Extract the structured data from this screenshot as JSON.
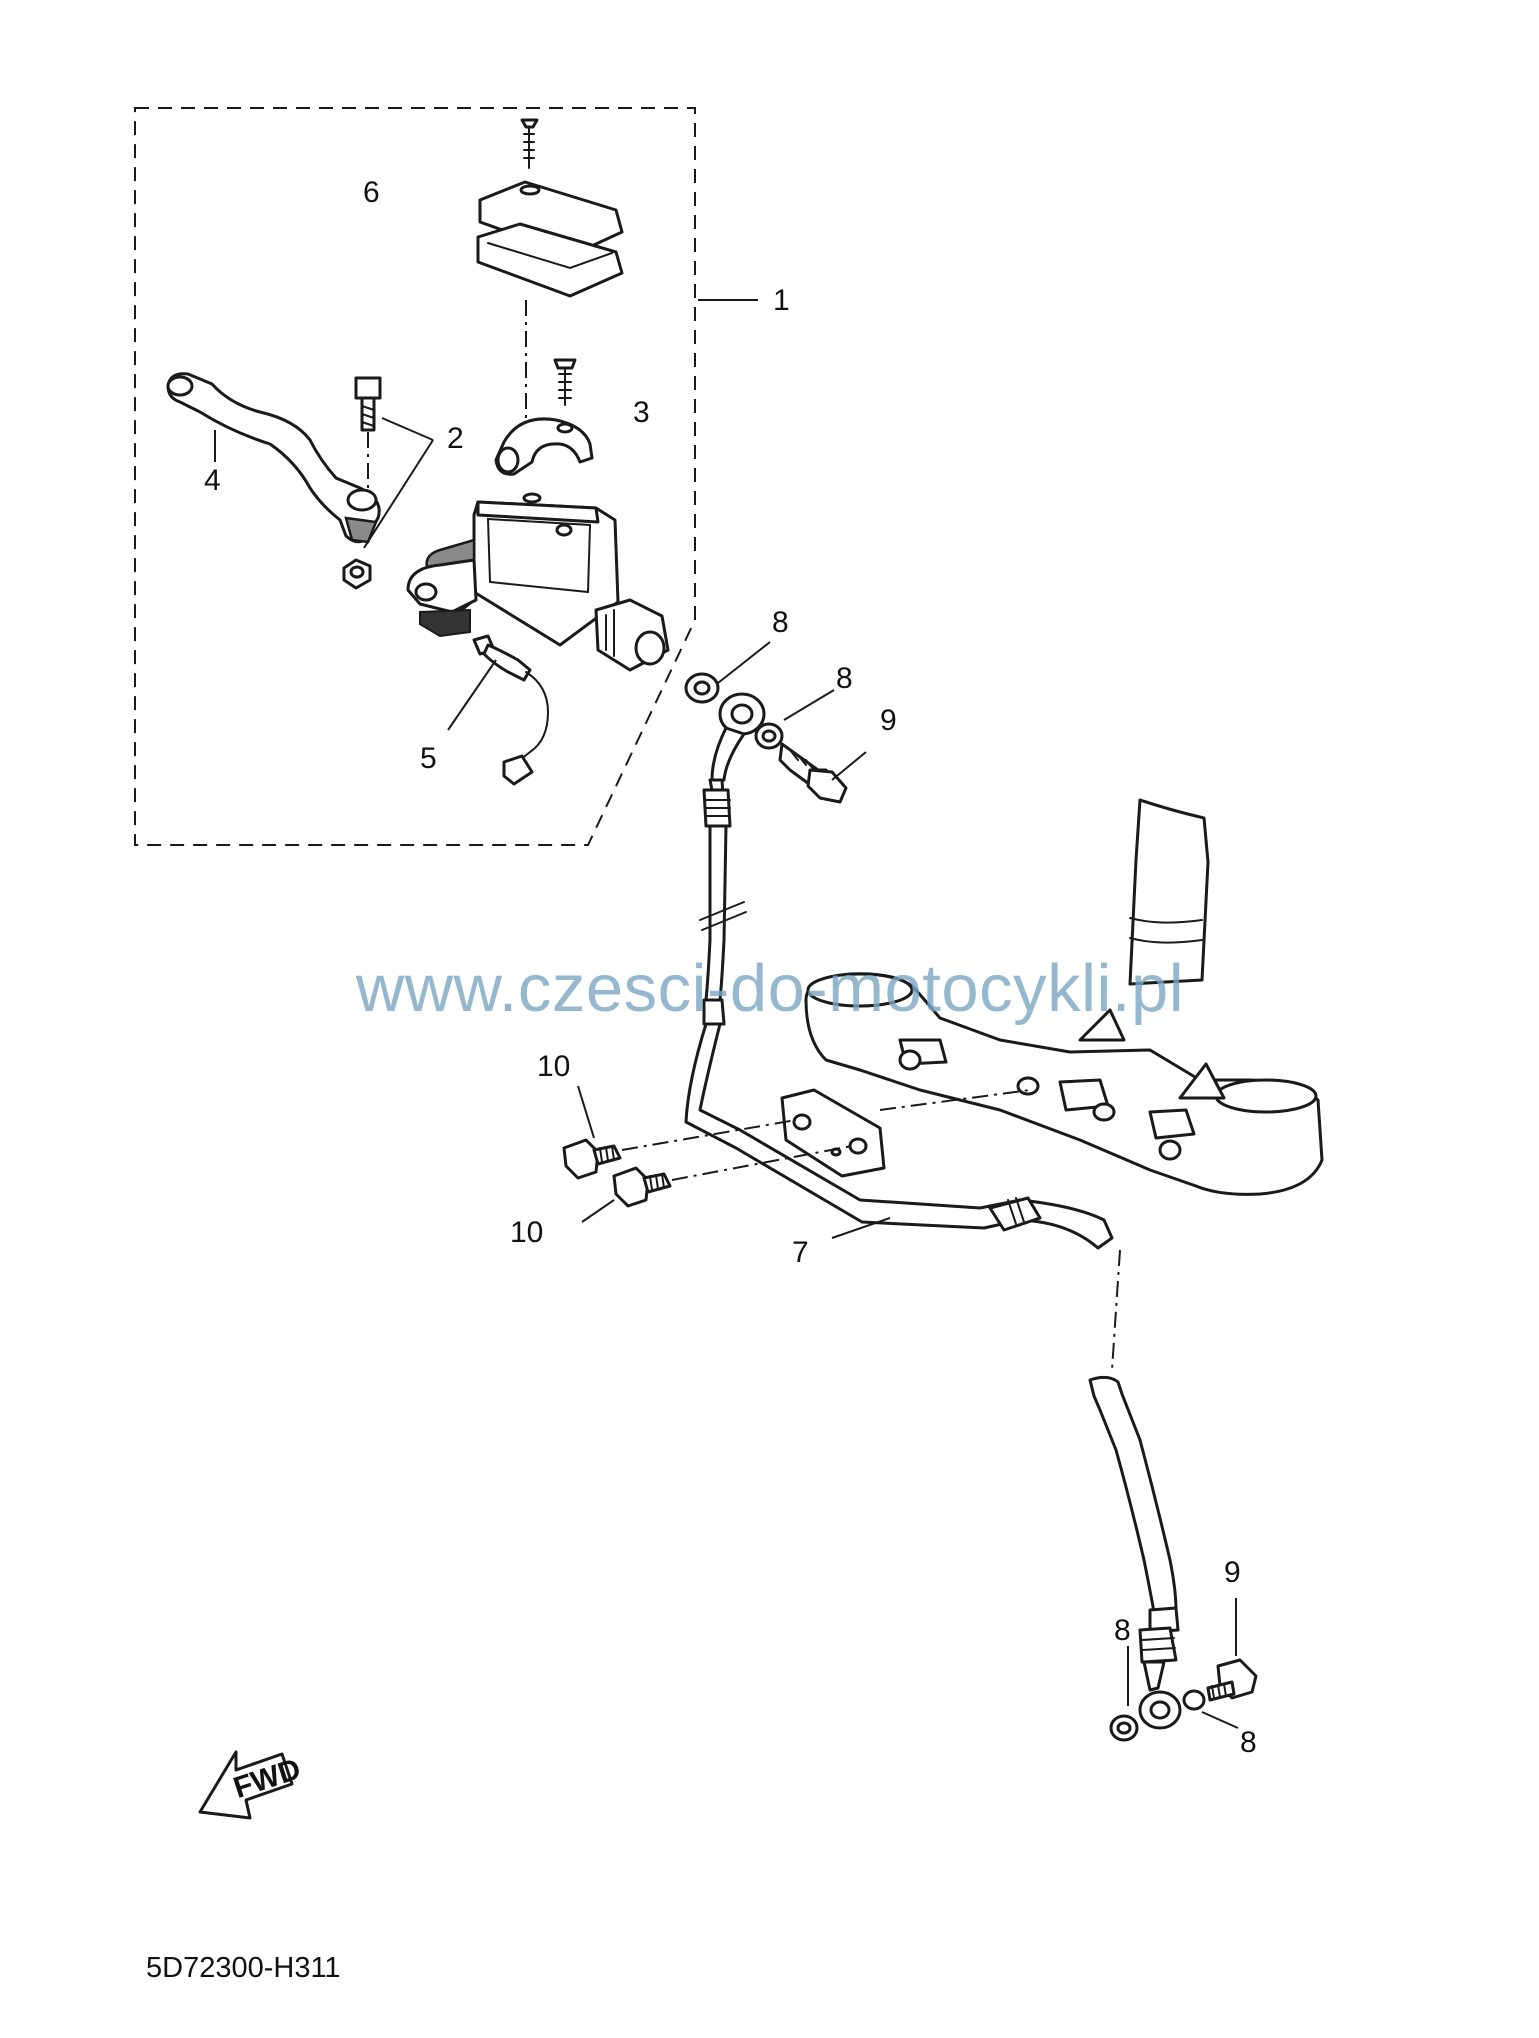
{
  "callouts": {
    "c1": "1",
    "c2": "2",
    "c3": "3",
    "c4": "4",
    "c5": "5",
    "c6": "6",
    "c7": "7",
    "c8a": "8",
    "c8b": "8",
    "c8c": "8",
    "c8d": "8",
    "c9a": "9",
    "c9b": "9",
    "c10a": "10",
    "c10b": "10"
  },
  "direction_badge": "FWD",
  "watermark": "www.czesci-do-motocykli.pl",
  "diagram_code": "5D72300-H311",
  "colors": {
    "line": "#1a1a1a",
    "watermark": "#7ba7c4",
    "shade": "#8a8a8a"
  }
}
